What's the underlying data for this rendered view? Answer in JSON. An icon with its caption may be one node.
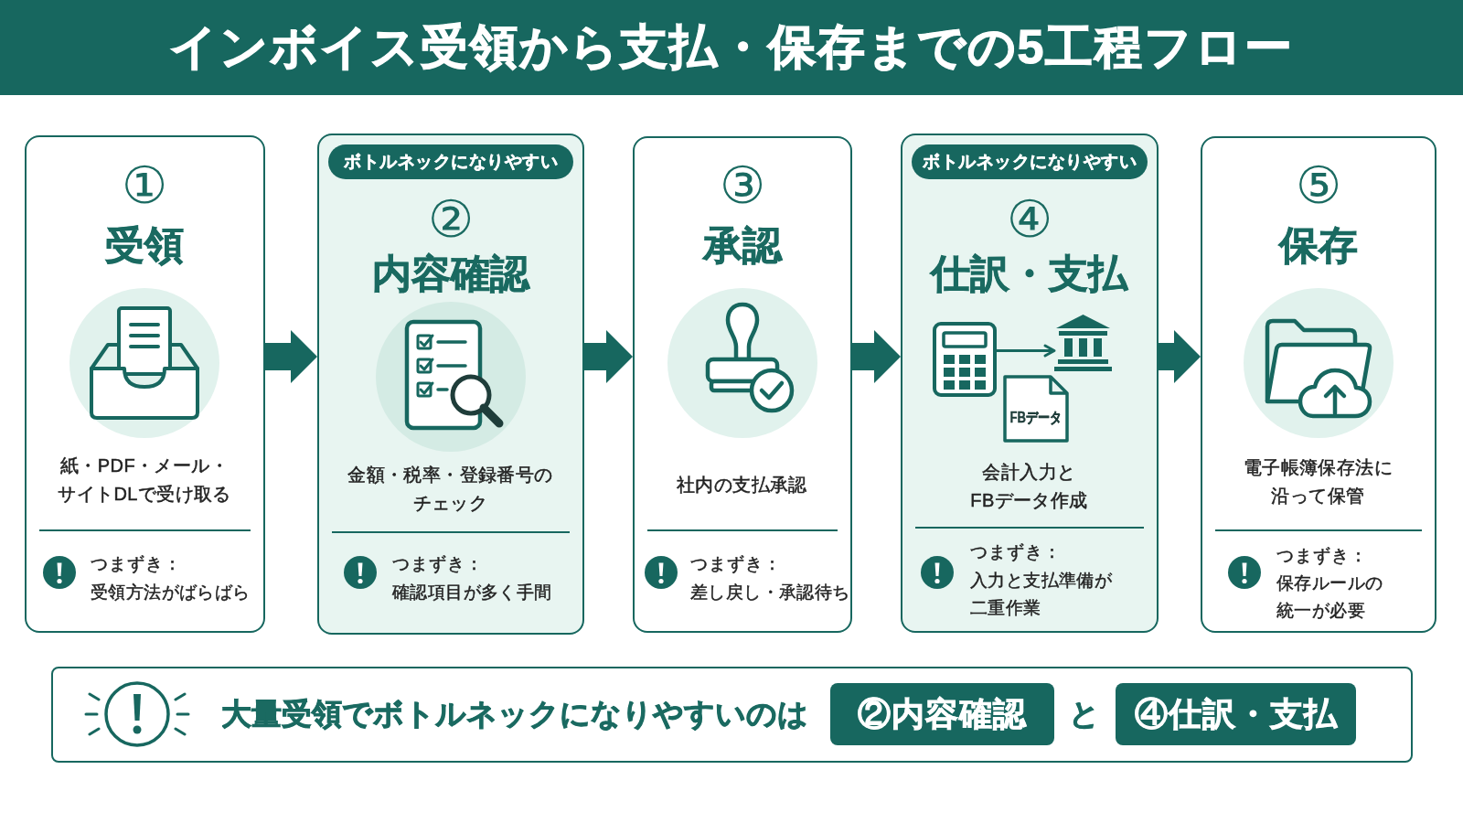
{
  "diagram": {
    "title": "インボイス受領から支払・保存までの5工程フロー",
    "nodes": [
      {
        "text": [
          "①",
          "受領",
          "紙・PDF・メール・サイトDLで受け取る",
          "つまずき：",
          "受領方法がばらばら"
        ]
      },
      {
        "text": [
          "②",
          "内容確認",
          "金額・税率・登録番号のチェック",
          "つまずき：",
          "確認項目が多く手間"
        ]
      },
      {
        "text": [
          "ボトルネックになりやすい"
        ],
        "in": 1
      },
      {
        "text": [
          "③",
          "承認",
          "社内の支払承認",
          "つまずき：",
          "差し戻し・承認待ち"
        ]
      },
      {
        "text": [
          "④",
          "仕訳・支払",
          "会計入力とFBデータ作成",
          "つまずき：",
          "入力と支払準備が二重作業"
        ]
      },
      {
        "text": [
          "ボトルネックになりやすい"
        ],
        "in": 4
      },
      {
        "text": [],
        "shape": "picture",
        "in": 4
      },
      {
        "text": [],
        "shape": "picture",
        "in": 4
      },
      {
        "text": [
          "FBデータ"
        ],
        "in": 4
      },
      {
        "text": [
          "⑤",
          "保存",
          "電子帳簿保存法に沿って保管",
          "つまずき：",
          "保存ルールの統一が必要"
        ]
      },
      {
        "text": [
          "大量受領でボトルネックになりやすいのは",
          "と"
        ]
      },
      {
        "text": [
          "②内容確認"
        ],
        "in": 10
      },
      {
        "text": [
          "④仕訳・支払"
        ],
        "in": 10
      }
    ],
    "edges": [
      {
        "from": 0,
        "to": 1,
        "arrow": "to"
      },
      {
        "from": 1,
        "to": 3,
        "arrow": "to"
      },
      {
        "from": 3,
        "to": 4,
        "arrow": "to"
      },
      {
        "from": 4,
        "to": 9,
        "arrow": "to"
      },
      {
        "from": 6,
        "to": 7,
        "arrow": "to"
      }
    ]
  }
}
